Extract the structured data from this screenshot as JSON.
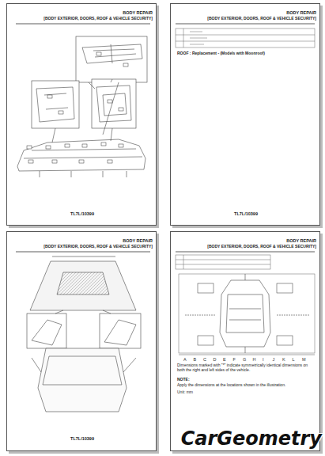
{
  "diagram": {
    "nodes": [
      {
        "text": [
          "BODY REPAIR",
          "[BODY EXTERIOR, DOORS, ROOF & VEHICLE SECURITY]",
          "TL7L/10399"
        ]
      },
      {
        "text": [
          "BODY REPAIR",
          "[BODY EXTERIOR, DOORS, ROOF & VEHICLE SECURITY]",
          "ROOF : Replacement - (Models with Moonroof)",
          "TL7L/10399"
        ]
      },
      {
        "text": [
          "BODY REPAIR",
          "[BODY EXTERIOR, DOORS, ROOF & VEHICLE SECURITY]",
          "TL7L/10399"
        ]
      },
      {
        "text": [
          "BODY REPAIR",
          "[BODY EXTERIOR, DOORS, ROOF & VEHICLE SECURITY]",
          "Dimensions marked with \"*\" indicate symmetrically identical dimensions on both the right and left sides of the vehicle.",
          "NOTE:",
          "Apply the dimensions at the locations shown in the illustration.",
          "Unit: mm"
        ]
      }
    ],
    "edges": [],
    "labels": [
      "CarGeometry",
      "A",
      "B",
      "C",
      "D",
      "E",
      "F",
      "G",
      "H",
      "I",
      "J",
      "K",
      "L",
      "M"
    ]
  }
}
